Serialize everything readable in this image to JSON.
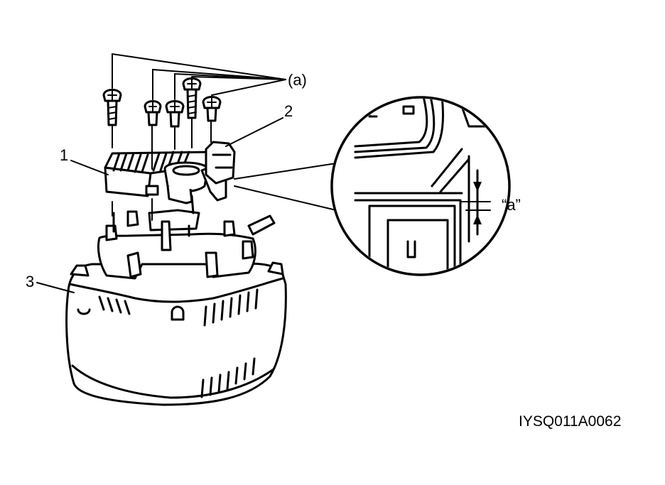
{
  "diagram": {
    "callouts": {
      "screws_label": "(a)",
      "part_1": "1",
      "part_2": "2",
      "part_3": "3",
      "gap_label": "“a”"
    },
    "figure_code": "IYSQ011A0062"
  }
}
